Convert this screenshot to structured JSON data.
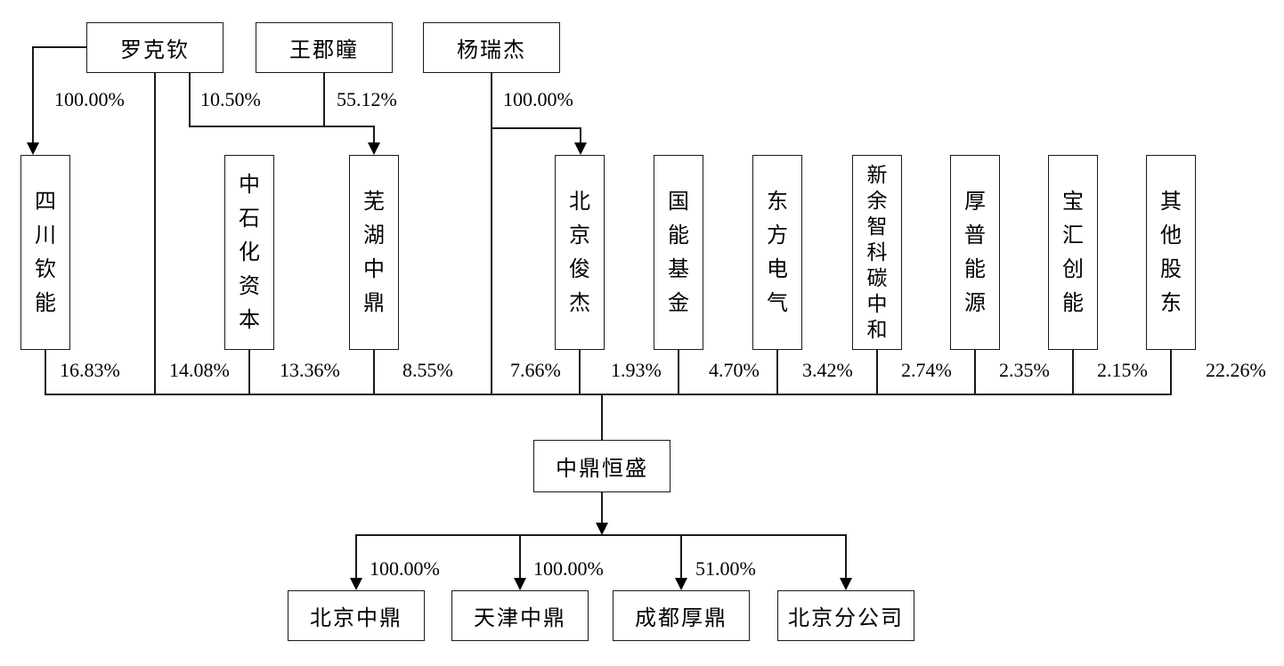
{
  "persons": [
    {
      "name": "罗克钦"
    },
    {
      "name": "王郡瞳"
    },
    {
      "name": "杨瑞杰"
    }
  ],
  "upper_edges": {
    "luo_to_sichuanqinneng": "100.00%",
    "luo_to_wuhuzhongding": "10.50%",
    "wang_to_wuhuzhongding": "55.12%",
    "yang_to_beijingjunjie": "100.00%"
  },
  "intermediate_entities": [
    {
      "name": "四川钦能"
    },
    {
      "name": "中石化资本"
    },
    {
      "name": "芜湖中鼎"
    },
    {
      "name": "北京俊杰"
    },
    {
      "name": "国能基金"
    },
    {
      "name": "东方电气"
    },
    {
      "name": "新余智科碳中和"
    },
    {
      "name": "厚普能源"
    },
    {
      "name": "宝汇创能"
    },
    {
      "name": "其他股东"
    }
  ],
  "stakes_in_company": [
    {
      "holder": "四川钦能",
      "value": "16.83%"
    },
    {
      "holder": "罗克钦",
      "value": "14.08%"
    },
    {
      "holder": "中石化资本",
      "value": "13.36%"
    },
    {
      "holder": "芜湖中鼎",
      "value": "8.55%"
    },
    {
      "holder": "杨瑞杰",
      "value": "7.66%"
    },
    {
      "holder": "北京俊杰",
      "value": "1.93%"
    },
    {
      "holder": "国能基金",
      "value": "4.70%"
    },
    {
      "holder": "东方电气",
      "value": "3.42%"
    },
    {
      "holder": "新余智科碳中和",
      "value": "2.74%"
    },
    {
      "holder": "厚普能源",
      "value": "2.35%"
    },
    {
      "holder": "宝汇创能",
      "value": "2.15%"
    },
    {
      "holder": "其他股东",
      "value": "22.26%"
    }
  ],
  "company": {
    "name": "中鼎恒盛"
  },
  "subsidiaries": [
    {
      "name": "北京中鼎",
      "stake": "100.00%"
    },
    {
      "name": "天津中鼎",
      "stake": "100.00%"
    },
    {
      "name": "成都厚鼎",
      "stake": "51.00%"
    },
    {
      "name": "北京分公司",
      "stake": ""
    }
  ]
}
